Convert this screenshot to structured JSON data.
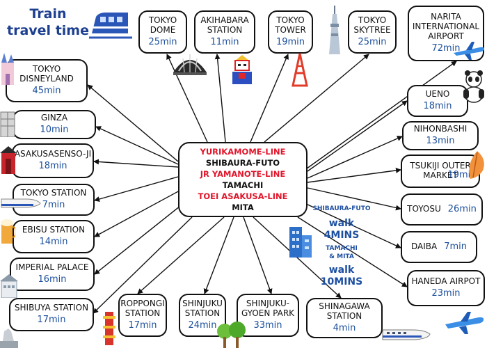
{
  "title": {
    "line1": "Train",
    "line2": "travel time"
  },
  "center": {
    "lines": [
      {
        "text": "YURIKAMOME-LINE",
        "color": "#e0162b"
      },
      {
        "text": "SHIBAURA-FUTO",
        "color": "#111111"
      },
      {
        "text": "JR YAMANOTE-LINE",
        "color": "#e0162b"
      },
      {
        "text": "TAMACHI",
        "color": "#111111"
      },
      {
        "text": "TOEI ASAKUSA-LINE",
        "color": "#e0162b"
      },
      {
        "text": "MITA",
        "color": "#111111"
      }
    ]
  },
  "walk": {
    "shibaura_label": "SHIBAURA‐FUTO",
    "shibaura_walk": "walk",
    "shibaura_time": "4MINS",
    "tamachi_label_1": "TAMACHI",
    "tamachi_label_2": "& MITA",
    "tamachi_walk": "walk",
    "tamachi_time": "10MINS"
  },
  "destinations": {
    "tokyo_dome": {
      "name": "TOKYO\nDOME",
      "time": "25min"
    },
    "akihabara": {
      "name": "AKIHABARA\nSTATION",
      "time": "11min"
    },
    "tokyo_tower": {
      "name": "TOKYO\nTOWER",
      "time": "19min"
    },
    "skytree": {
      "name": "TOKYO\nSKYTREE",
      "time": "25min"
    },
    "narita": {
      "name": "NARITA\nINTERNATIONAL\nAIRPORT",
      "time": "72min"
    },
    "disneyland": {
      "name": "TOKYO\nDISNEYLAND",
      "time": "45min"
    },
    "ginza": {
      "name": "GINZA",
      "time": "10min"
    },
    "asakusa": {
      "name": "ASAKUSASENSO-JI",
      "time": "18min"
    },
    "tokyo_station": {
      "name": "TOKYO STATION",
      "time": "7min"
    },
    "ebisu": {
      "name": "EBISU STATION",
      "time": "14min"
    },
    "imperial": {
      "name": "IMPERIAL PALACE",
      "time": "16min"
    },
    "shibuya": {
      "name": "SHIBUYA STATION",
      "time": "17min"
    },
    "roppongi": {
      "name": "ROPPONGI\nSTATION",
      "time": "17min"
    },
    "shinjuku": {
      "name": "SHINJUKU\nSTATION",
      "time": "24min"
    },
    "gyoen": {
      "name": "SHINJUKU-\nGYOEN PARK",
      "time": "33min"
    },
    "shinagawa": {
      "name": "SHINAGAWA\nSTATION",
      "time": "4min"
    },
    "ueno": {
      "name": "UENO",
      "time": "18min"
    },
    "nihonbashi": {
      "name": "NIHONBASHI",
      "time": "13min"
    },
    "tsukiji": {
      "name": "TSUKIJI OUTER\nMARKET",
      "time": "19min"
    },
    "toyosu": {
      "name": "TOYOSU",
      "time": "26min"
    },
    "daiba": {
      "name": "DAIBA",
      "time": "7min"
    },
    "haneda": {
      "name": "HANEDA AIRPOT",
      "time": "23min"
    }
  },
  "colors": {
    "accent_red": "#e0162b",
    "time_blue": "#1b4f9c",
    "title_blue": "#1d3f8f"
  },
  "icons": [
    "train-icon",
    "castle-icon",
    "dome-icon",
    "robot-icon",
    "tower-icon",
    "skytree-icon",
    "airplane-icon",
    "panda-icon",
    "building-icon",
    "temple-icon",
    "bullet-train-icon",
    "beer-icon",
    "palace-icon",
    "hachiko-icon",
    "pagoda-icon",
    "tree-icon",
    "leaf-icon"
  ]
}
